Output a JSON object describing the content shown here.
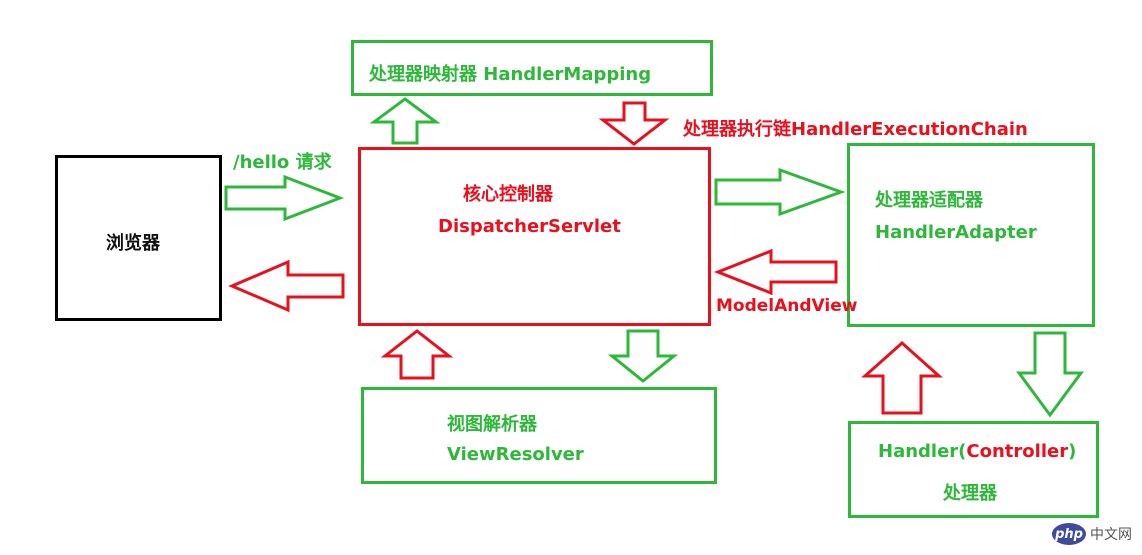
{
  "nodes": {
    "browser": {
      "label": "浏览器"
    },
    "dispatcher": {
      "label_cn": "核心控制器",
      "label_en": "DispatcherServlet"
    },
    "mapping": {
      "label": "处理器映射器 HandlerMapping"
    },
    "adapter": {
      "label_cn": "处理器适配器",
      "label_en": "HandlerAdapter"
    },
    "resolver": {
      "label_cn": "视图解析器",
      "label_en": "ViewResolver"
    },
    "handler": {
      "label_prefix": "Handler(",
      "label_mid": "Controller",
      "label_suffix": ")",
      "label_cn": "处理器"
    }
  },
  "edges": {
    "request": "/hello 请求",
    "execution_chain": "处理器执行链HandlerExecutionChain",
    "model_and_view": "ModelAndView"
  },
  "watermark": {
    "logo": "php",
    "text": "中文网"
  },
  "colors": {
    "green": "#2eb83a",
    "red": "#e8101d",
    "black": "#000000"
  }
}
